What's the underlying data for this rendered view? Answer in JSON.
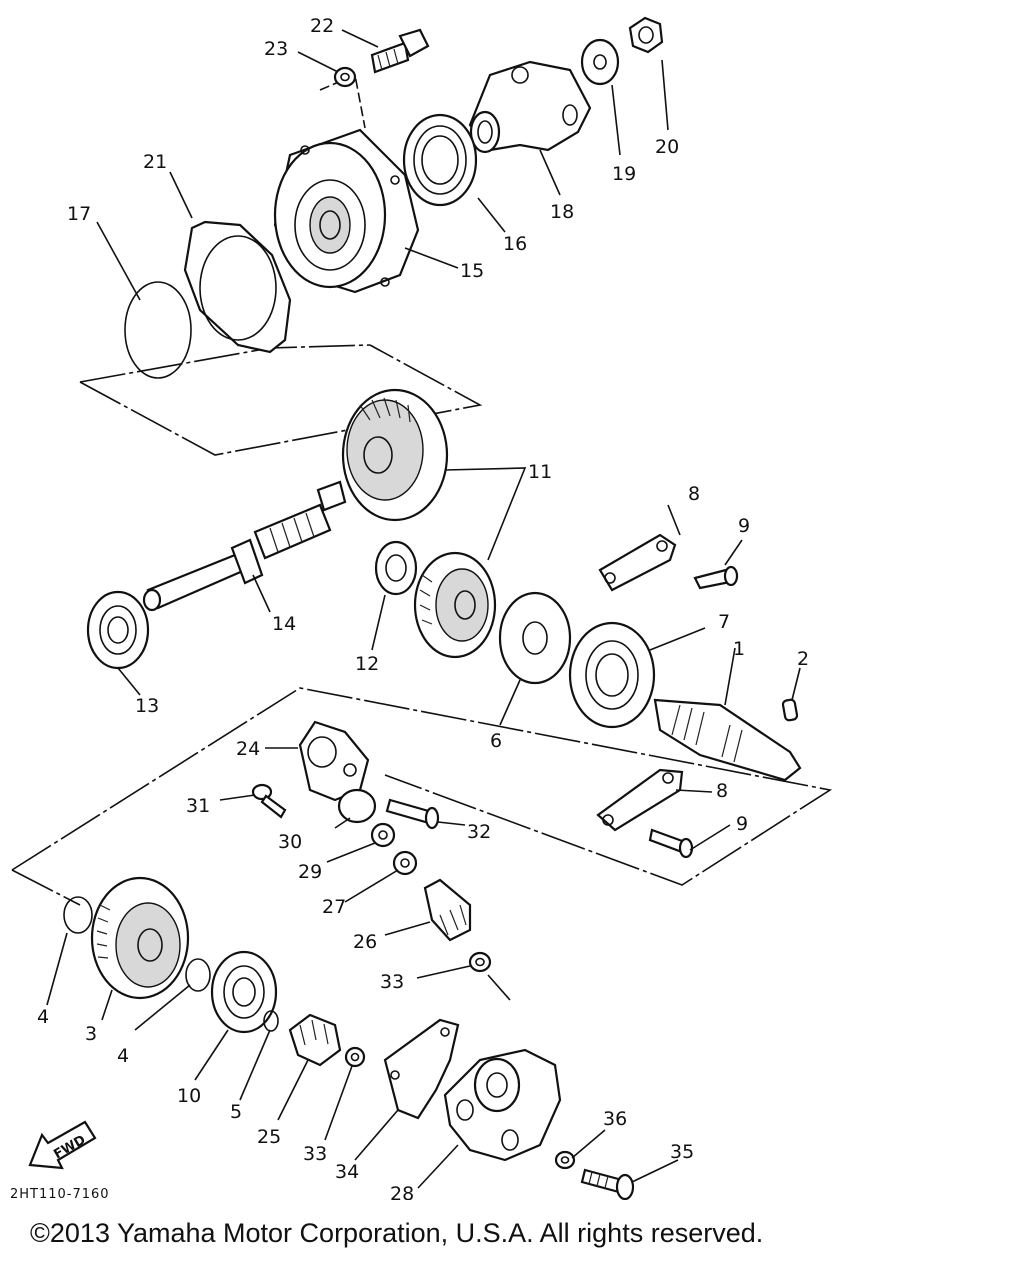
{
  "parts": [
    {
      "id": "p1",
      "label": "1"
    },
    {
      "id": "p2",
      "label": "2"
    },
    {
      "id": "p3",
      "label": "3"
    },
    {
      "id": "p4a",
      "label": "4"
    },
    {
      "id": "p4b",
      "label": "4"
    },
    {
      "id": "p5",
      "label": "5"
    },
    {
      "id": "p6",
      "label": "6"
    },
    {
      "id": "p7",
      "label": "7"
    },
    {
      "id": "p8a",
      "label": "8"
    },
    {
      "id": "p8b",
      "label": "8"
    },
    {
      "id": "p9a",
      "label": "9"
    },
    {
      "id": "p9b",
      "label": "9"
    },
    {
      "id": "p10",
      "label": "10"
    },
    {
      "id": "p11",
      "label": "11"
    },
    {
      "id": "p12",
      "label": "12"
    },
    {
      "id": "p13",
      "label": "13"
    },
    {
      "id": "p14",
      "label": "14"
    },
    {
      "id": "p15",
      "label": "15"
    },
    {
      "id": "p16",
      "label": "16"
    },
    {
      "id": "p17",
      "label": "17"
    },
    {
      "id": "p18",
      "label": "18"
    },
    {
      "id": "p19",
      "label": "19"
    },
    {
      "id": "p20",
      "label": "20"
    },
    {
      "id": "p21",
      "label": "21"
    },
    {
      "id": "p22",
      "label": "22"
    },
    {
      "id": "p23",
      "label": "23"
    },
    {
      "id": "p24",
      "label": "24"
    },
    {
      "id": "p25",
      "label": "25"
    },
    {
      "id": "p26",
      "label": "26"
    },
    {
      "id": "p27",
      "label": "27"
    },
    {
      "id": "p28",
      "label": "28"
    },
    {
      "id": "p29",
      "label": "29"
    },
    {
      "id": "p30",
      "label": "30"
    },
    {
      "id": "p31",
      "label": "31"
    },
    {
      "id": "p32",
      "label": "32"
    },
    {
      "id": "p33a",
      "label": "33"
    },
    {
      "id": "p33b",
      "label": "33"
    },
    {
      "id": "p34",
      "label": "34"
    },
    {
      "id": "p35",
      "label": "35"
    },
    {
      "id": "p36",
      "label": "36"
    }
  ],
  "fwd_label": "FWD",
  "drawing_number": "2HT110-7160",
  "copyright": "©2013 Yamaha Motor Corporation, U.S.A. All rights reserved."
}
